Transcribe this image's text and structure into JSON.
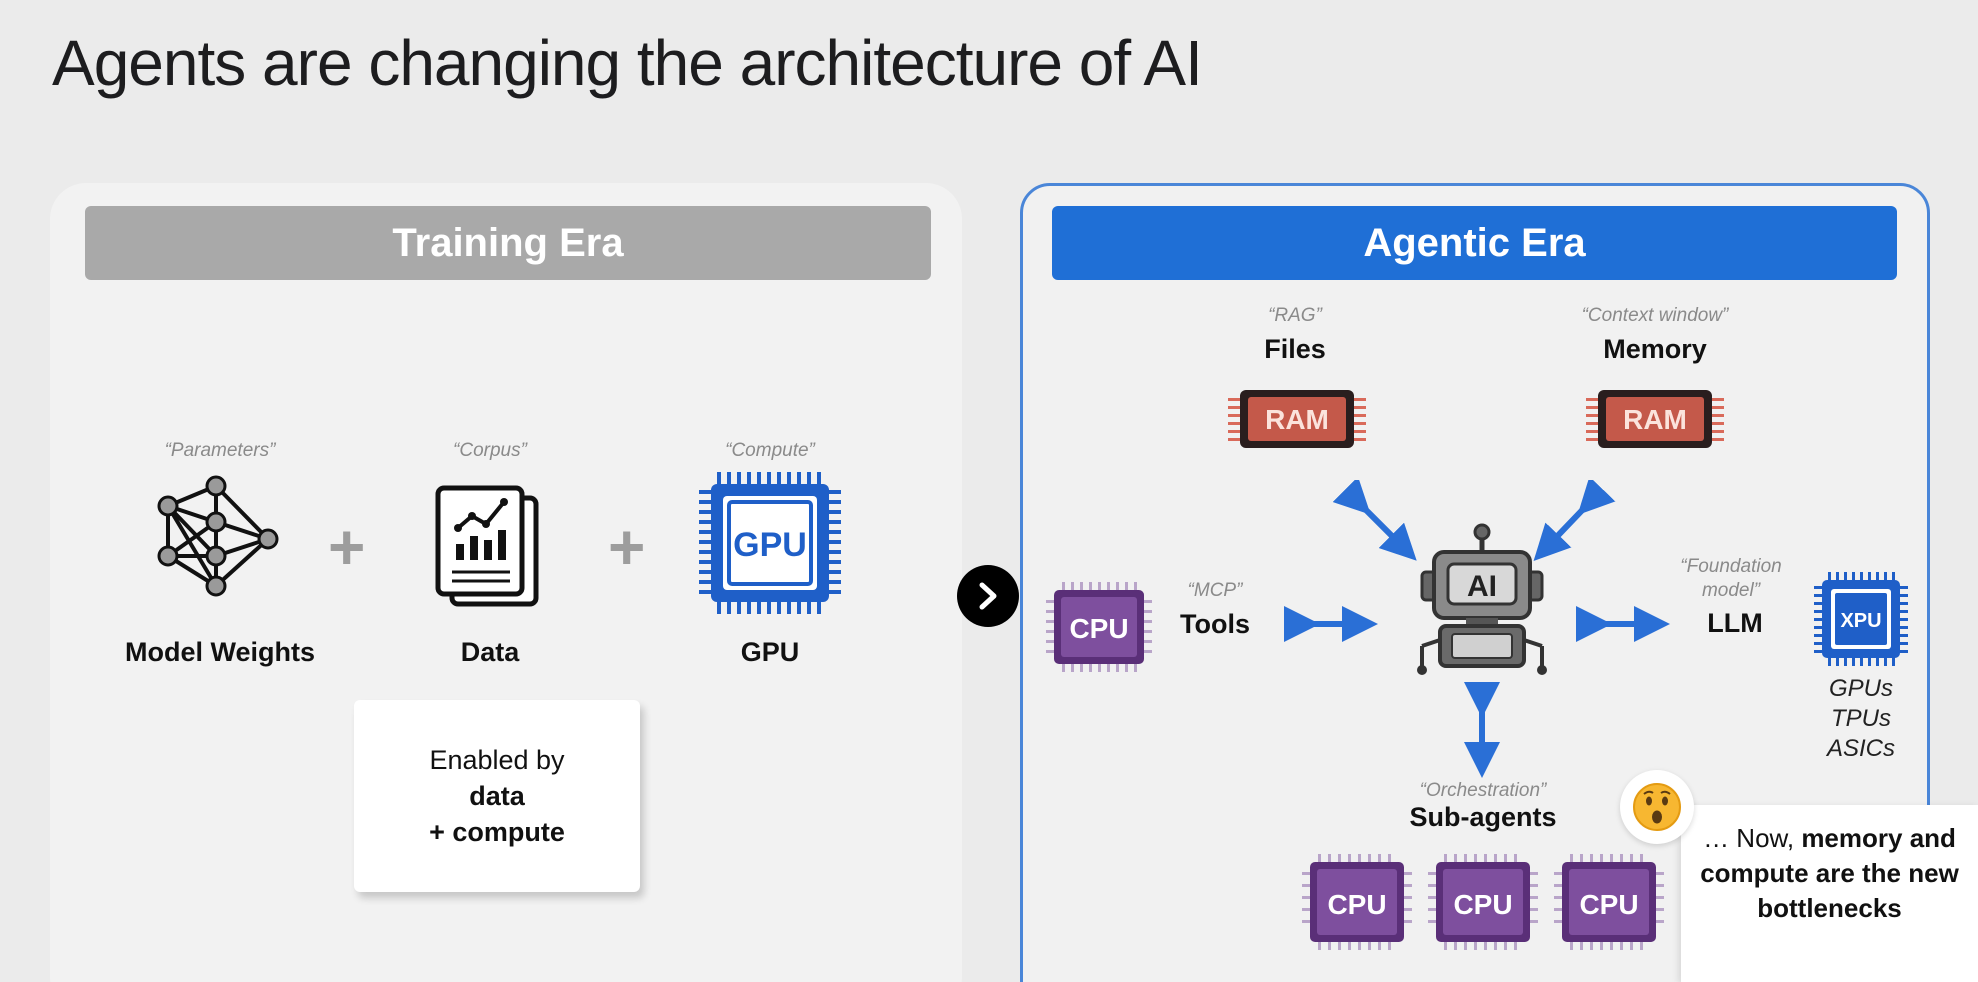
{
  "title": "Agents are changing the architecture of AI",
  "training": {
    "banner": "Training Era",
    "items": [
      {
        "quote": "“Parameters”",
        "label": "Model Weights",
        "icon": "neural-network-icon"
      },
      {
        "quote": "“Corpus”",
        "label": "Data",
        "icon": "document-chart-icon"
      },
      {
        "quote": "“Compute”",
        "label": "GPU",
        "icon": "gpu-chip-icon"
      }
    ],
    "plus": "+",
    "enabled": {
      "line1": "Enabled by",
      "line2": "data",
      "line3": "+ compute"
    }
  },
  "agentic": {
    "banner": "Agentic Era",
    "files": {
      "quote": "“RAG”",
      "label": "Files",
      "chip": "RAM"
    },
    "memory": {
      "quote": "“Context window”",
      "label": "Memory",
      "chip": "RAM"
    },
    "tools": {
      "quote": "“MCP”",
      "label": "Tools",
      "chip": "CPU"
    },
    "llm": {
      "quote_line1": "“Foundation",
      "quote_line2": "model”",
      "label": "LLM",
      "chip": "XPU"
    },
    "xpu_caption": [
      "GPUs",
      "TPUs",
      "ASICs"
    ],
    "center": {
      "chip": "AI",
      "icon": "robot-icon"
    },
    "subagents": {
      "quote": "“Orchestration”",
      "label": "Sub-agents",
      "chips": [
        "CPU",
        "CPU",
        "CPU"
      ]
    },
    "callout": {
      "prefix": "… Now, ",
      "bold1": "memory",
      "rest": "and compute are the new bottlenecks",
      "emoji": "😮"
    }
  },
  "gpu_chip_text": "GPU",
  "colors": {
    "blue": "#1f6fd6",
    "purple": "#6a3e8c",
    "ram_red": "#d96a5a",
    "gray_banner": "#a9a9a9"
  }
}
